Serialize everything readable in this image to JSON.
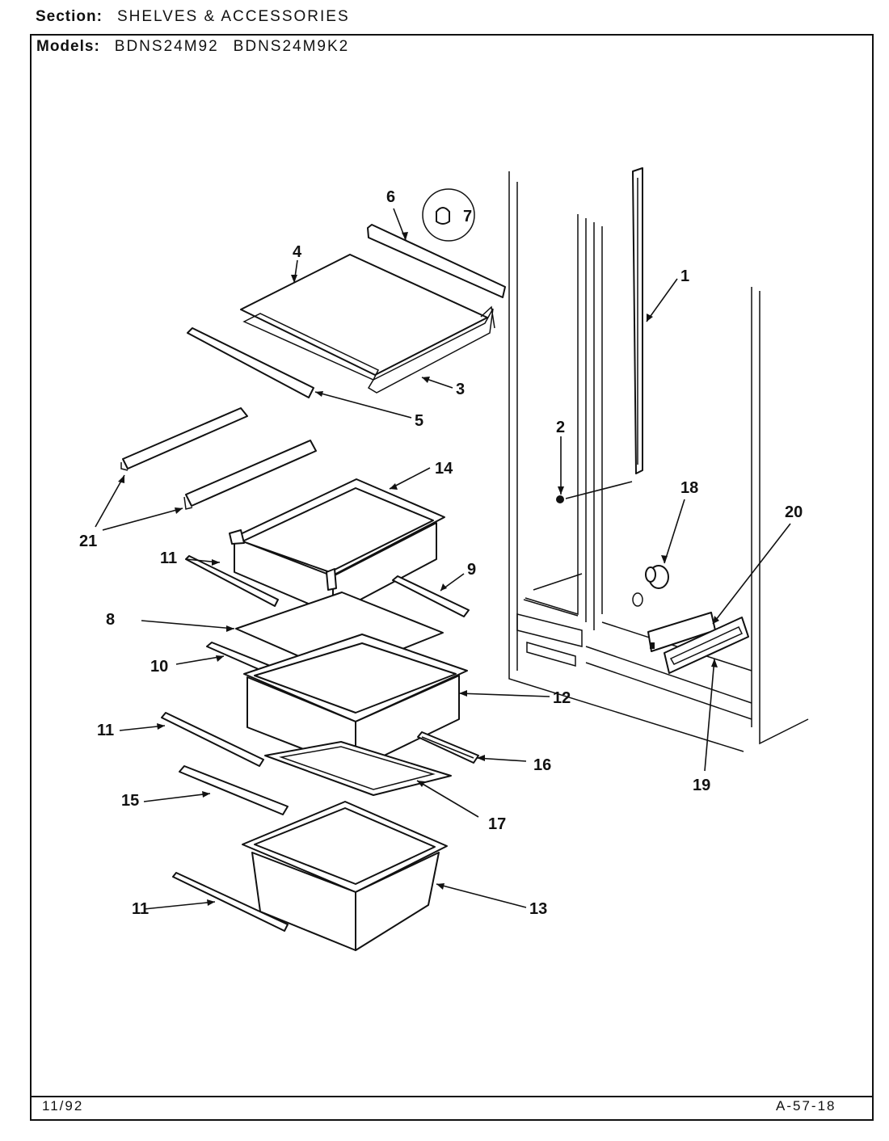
{
  "header": {
    "section_label": "Section:",
    "section_value": "SHELVES & ACCESSORIES",
    "models_label": "Models:",
    "models": [
      "BDNS24M92",
      "BDNS24M9K2"
    ]
  },
  "footer": {
    "date": "11/92",
    "page_code": "A-57-18"
  },
  "callouts": [
    "1",
    "2",
    "3",
    "4",
    "5",
    "6",
    "7",
    "8",
    "9",
    "10",
    "11",
    "11",
    "11",
    "12",
    "13",
    "14",
    "15",
    "16",
    "17",
    "18",
    "19",
    "20",
    "21"
  ]
}
